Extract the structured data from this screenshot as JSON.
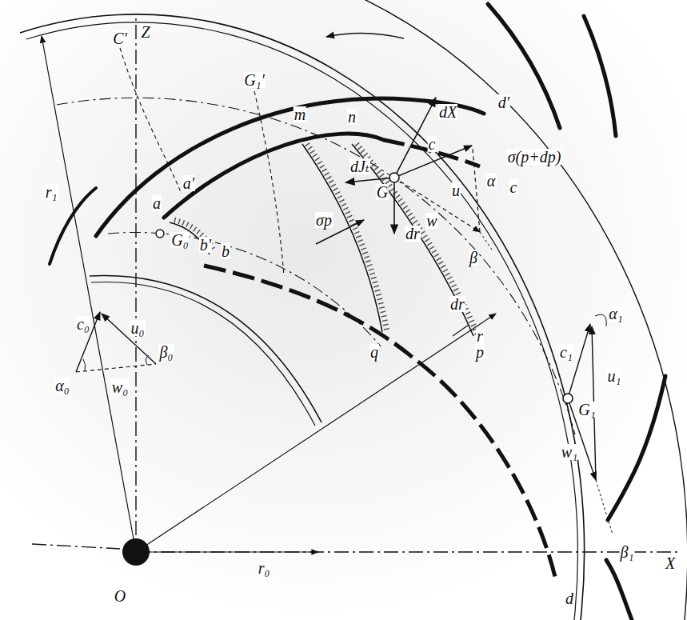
{
  "diagram": {
    "labels": [
      "Z",
      "C'",
      "G₁'",
      "d'",
      "r₁",
      "a'",
      "a",
      "m",
      "n",
      "G₀",
      "b'",
      "b",
      "c₀",
      "u₀",
      "w₀",
      "α₀",
      "β₀",
      "dX",
      "dJₜ",
      "G",
      "c",
      "α",
      "σ(p+dp)",
      "c",
      "u",
      "w",
      "β",
      "σp",
      "dr",
      "r",
      "dr",
      "q",
      "p",
      "c₁",
      "α₁",
      "u₁",
      "G₁",
      "w₁",
      "β₁",
      "r₀",
      "X",
      "O",
      "d"
    ]
  }
}
